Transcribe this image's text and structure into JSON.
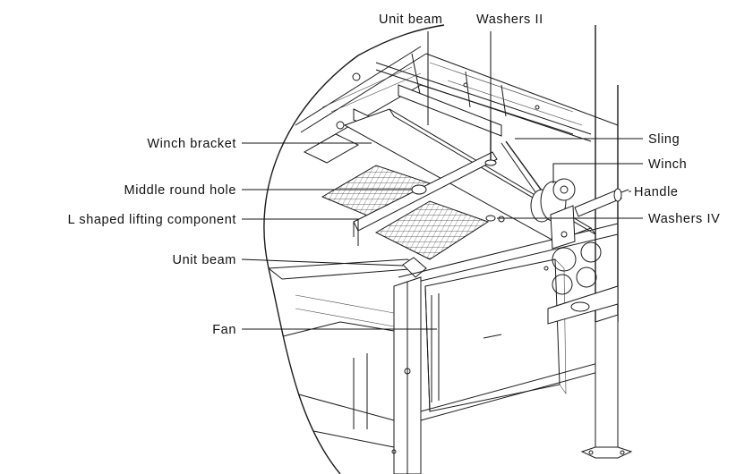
{
  "labels": {
    "unit_beam_top": "Unit beam",
    "washers_ii": "Washers II",
    "winch_bracket": "Winch bracket",
    "sling": "Sling",
    "winch": "Winch",
    "middle_round_hole": "Middle round hole",
    "handle": "Handle",
    "l_shaped_lifting_component": "L shaped lifting component",
    "washers_iv": "Washers IV",
    "unit_beam_left": "Unit beam",
    "fan": "Fan"
  }
}
